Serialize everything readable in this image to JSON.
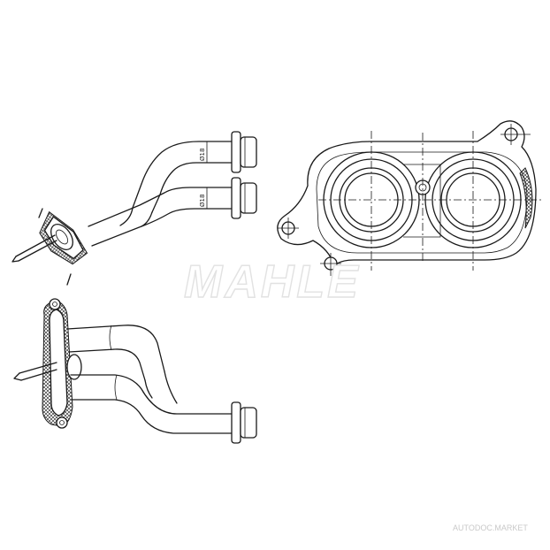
{
  "drawing": {
    "dimension_labels": [
      "Ø18",
      "Ø18"
    ]
  },
  "watermark": {
    "brand": "MAHLE",
    "site": "AUTODOC.MARKET"
  }
}
